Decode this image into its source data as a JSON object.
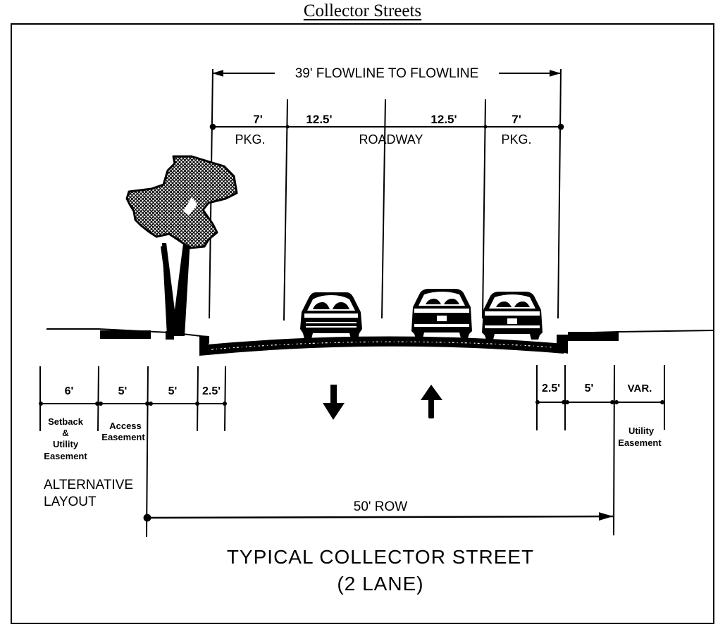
{
  "page": {
    "title": "Collector Streets"
  },
  "diagram": {
    "title_line1": "TYPICAL COLLECTOR STREET",
    "title_line2": "(2 LANE)",
    "flowline": {
      "label": "39' FLOWLINE TO FLOWLINE"
    },
    "top_segments": [
      {
        "dimension": "7'",
        "label": "PKG."
      },
      {
        "dimension": "12.5'",
        "label": ""
      },
      {
        "dimension": "12.5'",
        "label": ""
      },
      {
        "dimension": "7'",
        "label": "PKG."
      }
    ],
    "roadway_label": "ROADWAY",
    "left_segments": [
      {
        "dimension": "6'",
        "label_lines": [
          "Setback",
          "&",
          "Utility",
          "Easement"
        ]
      },
      {
        "dimension": "5'",
        "label_lines": [
          "Access",
          "Easement"
        ]
      },
      {
        "dimension": "5'",
        "label_lines": []
      },
      {
        "dimension": "2.5'",
        "label_lines": []
      }
    ],
    "right_segments": [
      {
        "dimension": "2.5'",
        "label_lines": []
      },
      {
        "dimension": "5'",
        "label_lines": []
      },
      {
        "dimension": "VAR.",
        "label_lines": [
          "Utility",
          "Easement"
        ]
      }
    ],
    "alternative_layout": [
      "ALTERNATIVE",
      "LAYOUT"
    ],
    "row": {
      "label": "50' ROW"
    },
    "traffic_arrows": [
      {
        "icon": "arrow-down-icon",
        "direction": "down"
      },
      {
        "icon": "arrow-up-icon",
        "direction": "up"
      }
    ],
    "vehicles": [
      {
        "icon": "car-front-icon",
        "lane": "left travel lane"
      },
      {
        "icon": "car-rear-icon",
        "lane": "right travel lane"
      },
      {
        "icon": "car-rear-icon",
        "lane": "right parking"
      }
    ],
    "tree": {
      "icon": "tree-icon"
    },
    "colors": {
      "ink": "#000000",
      "paper": "#ffffff"
    }
  }
}
